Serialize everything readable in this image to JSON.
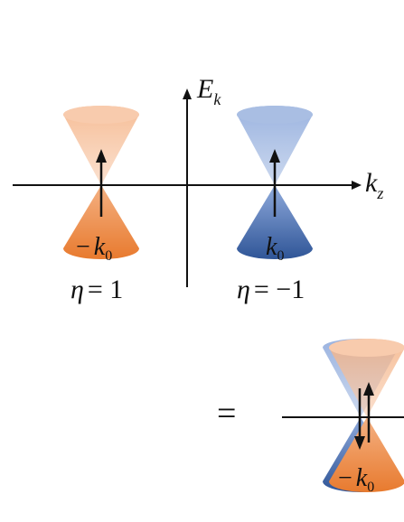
{
  "colors": {
    "orange": "#ED7D31",
    "blue": "#4472C4",
    "axis": "#111111"
  },
  "labels": {
    "energy_axis": {
      "main": "E",
      "sub": "k"
    },
    "momentum_axis": {
      "main": "k",
      "sub": "z"
    },
    "left_node": {
      "sign": "−",
      "main": "k",
      "sub": "0"
    },
    "right_node": {
      "main": "k",
      "sub": "0"
    },
    "bottom_node": {
      "sign": "−",
      "main": "k",
      "sub": "0"
    },
    "left_chirality": {
      "symbol": "η",
      "relation": "= 1"
    },
    "right_chirality": {
      "symbol": "η",
      "relation": "= −1"
    },
    "equals": "="
  }
}
